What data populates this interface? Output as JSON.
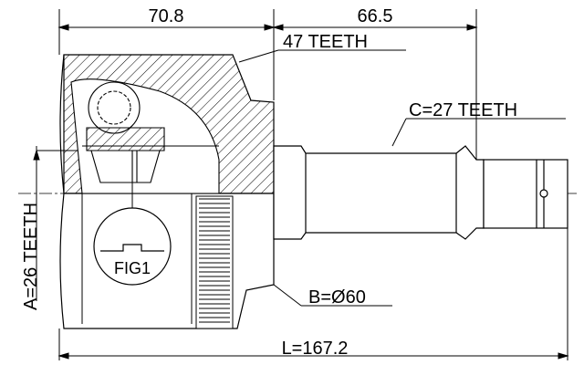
{
  "dimensions": {
    "top_left": "70.8",
    "top_right": "66.5",
    "bottom_length": "L=167.2"
  },
  "callouts": {
    "teeth_47": "47 TEETH",
    "teeth_c": "C=27 TEETH",
    "teeth_a": "A=26 TEETH",
    "diameter_b": "B=Ø60",
    "fig": "FIG1"
  }
}
